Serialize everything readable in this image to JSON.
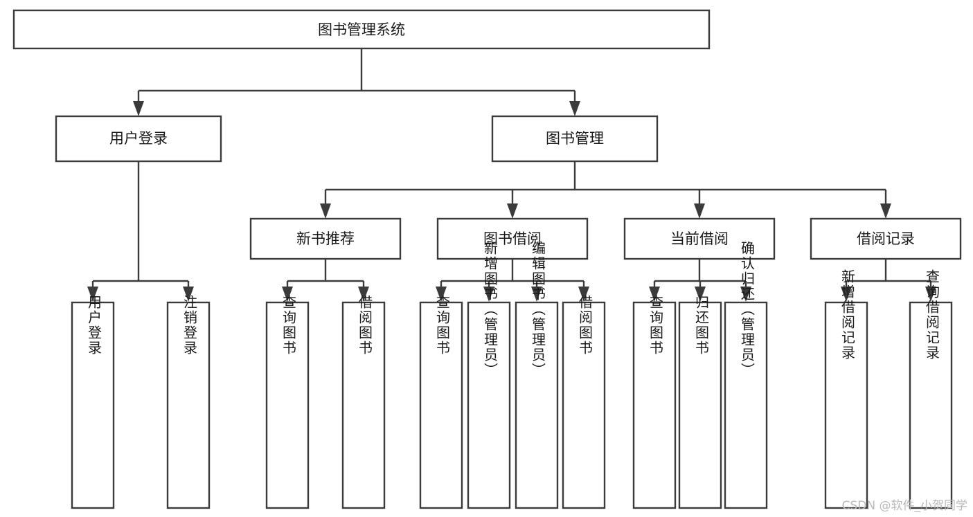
{
  "diagram": {
    "type": "tree",
    "title": "图书管理系统",
    "watermark": "CSDN @软件_小贺同学",
    "colors": {
      "stroke": "#3b3b3b",
      "box_fill": "#ffffff",
      "text": "#1a1a1a",
      "background": "#ffffff",
      "watermark": "#b9b9b9"
    },
    "levels": {
      "root": {
        "label": "图书管理系统"
      },
      "level1": [
        {
          "label": "用户登录"
        },
        {
          "label": "图书管理"
        }
      ],
      "level2": [
        {
          "label": "新书推荐"
        },
        {
          "label": "图书借阅"
        },
        {
          "label": "当前借阅"
        },
        {
          "label": "借阅记录"
        }
      ],
      "leaves": [
        {
          "label": "用户登录",
          "parent": "用户登录"
        },
        {
          "label": "注销登录",
          "parent": "用户登录"
        },
        {
          "label": "查询图书",
          "parent": "新书推荐"
        },
        {
          "label": "借阅图书",
          "parent": "新书推荐"
        },
        {
          "label": "查询图书",
          "parent": "图书借阅"
        },
        {
          "label": "新增图书（管理员）",
          "parent": "图书借阅"
        },
        {
          "label": "编辑图书（管理员）",
          "parent": "图书借阅"
        },
        {
          "label": "借阅图书",
          "parent": "图书借阅"
        },
        {
          "label": "查询图书",
          "parent": "当前借阅"
        },
        {
          "label": "归还图书",
          "parent": "当前借阅"
        },
        {
          "label": "确认归还（管理员）",
          "parent": "当前借阅"
        },
        {
          "label": "新增借阅记录",
          "parent": "借阅记录"
        },
        {
          "label": "查询借阅记录",
          "parent": "借阅记录"
        }
      ]
    }
  }
}
